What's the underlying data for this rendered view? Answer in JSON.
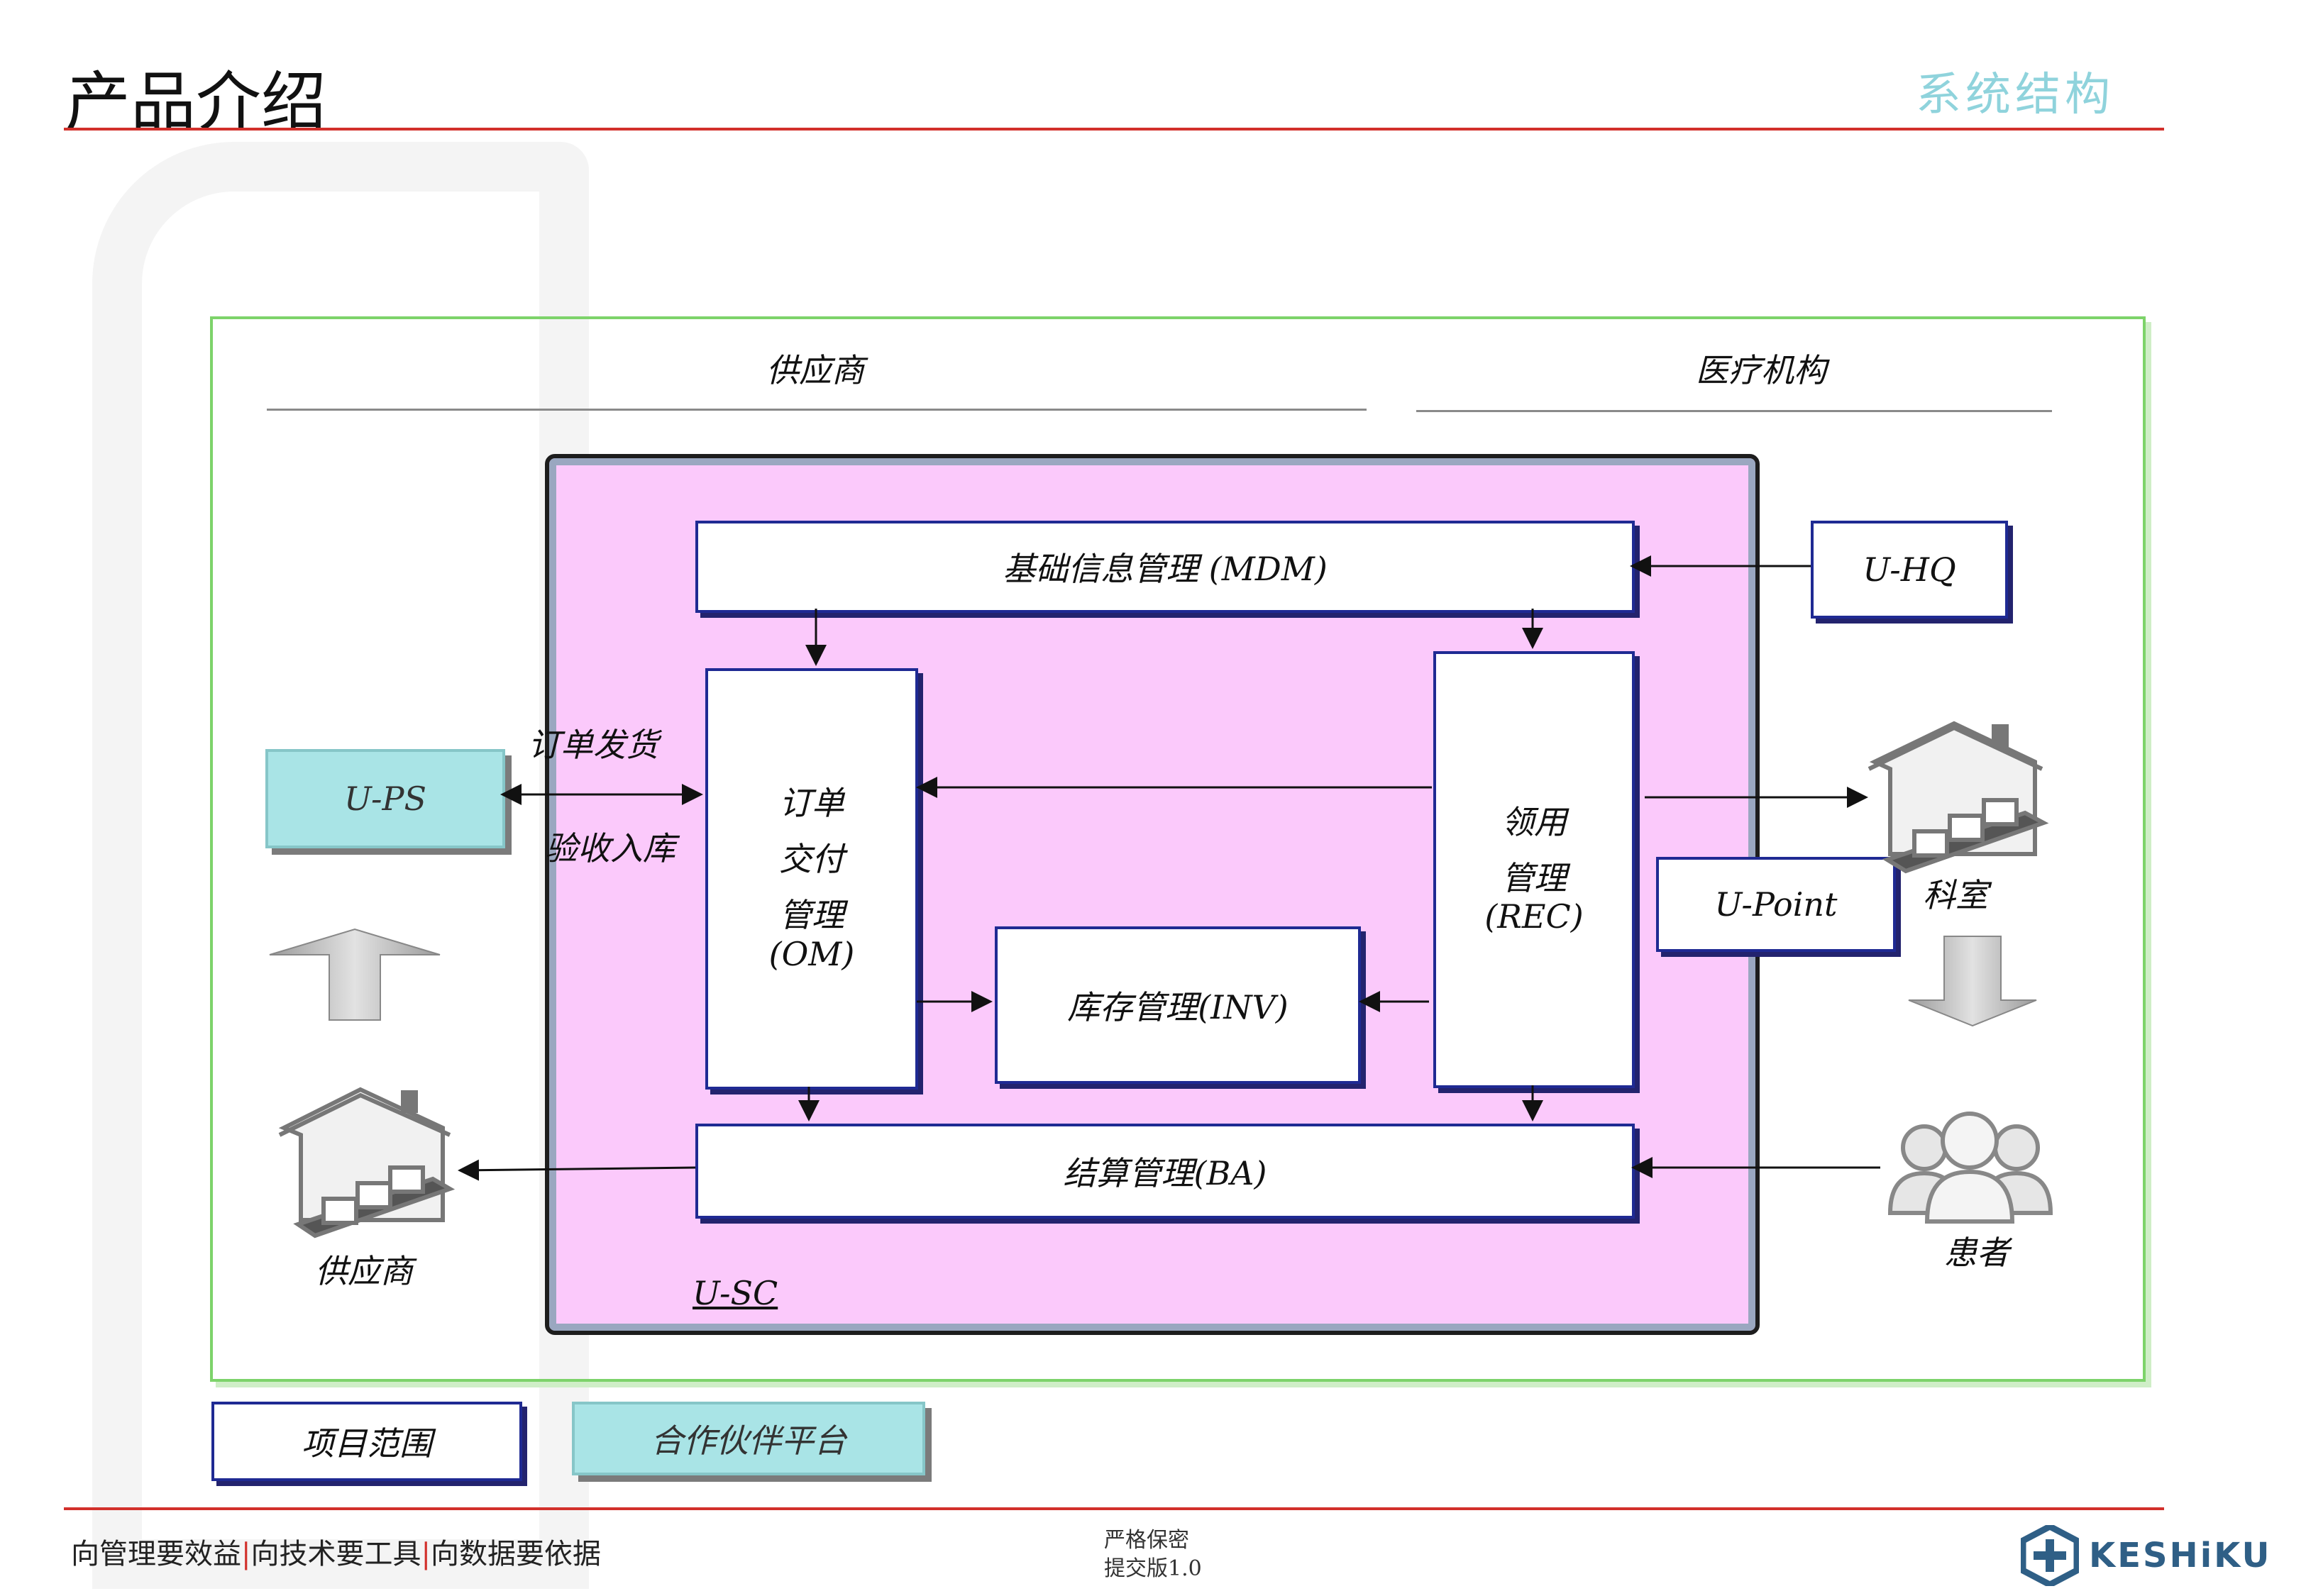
{
  "header": {
    "title": "产品介绍",
    "subtitle": "系统结构"
  },
  "columns": {
    "supplier": "供应商",
    "medical": "医疗机构"
  },
  "modules": {
    "mdm": "基础信息管理 (MDM)",
    "om": [
      "订单",
      "交付",
      "管理",
      "(OM)"
    ],
    "rec": [
      "领用",
      "管理",
      "(REC)"
    ],
    "inv": "库存管理(INV)",
    "ba": "结算管理(BA)",
    "usc": "U-SC"
  },
  "external": {
    "ups": "U-PS",
    "uhq": "U-HQ",
    "upoint": "U-Point",
    "order_ship": "订单发货",
    "receive": "验收入库",
    "department": "科室",
    "supplier_icon_label": "供应商",
    "patient": "患者"
  },
  "legend": {
    "scope": "项目范围",
    "partner": "合作伙伴平台"
  },
  "footer": {
    "slogan_1": "向管理要效益",
    "slogan_2": "向技术要工具",
    "slogan_3": "向数据要依据",
    "confidential": "严格保密",
    "version": "提交版1.0",
    "logo": "KESHiKU"
  },
  "colors": {
    "accent_red": "#d2302b",
    "pink": "#fbc9fb",
    "teal": "#a9e4e6",
    "navy": "#1f2a93",
    "frame_green": "#7dd36a"
  }
}
